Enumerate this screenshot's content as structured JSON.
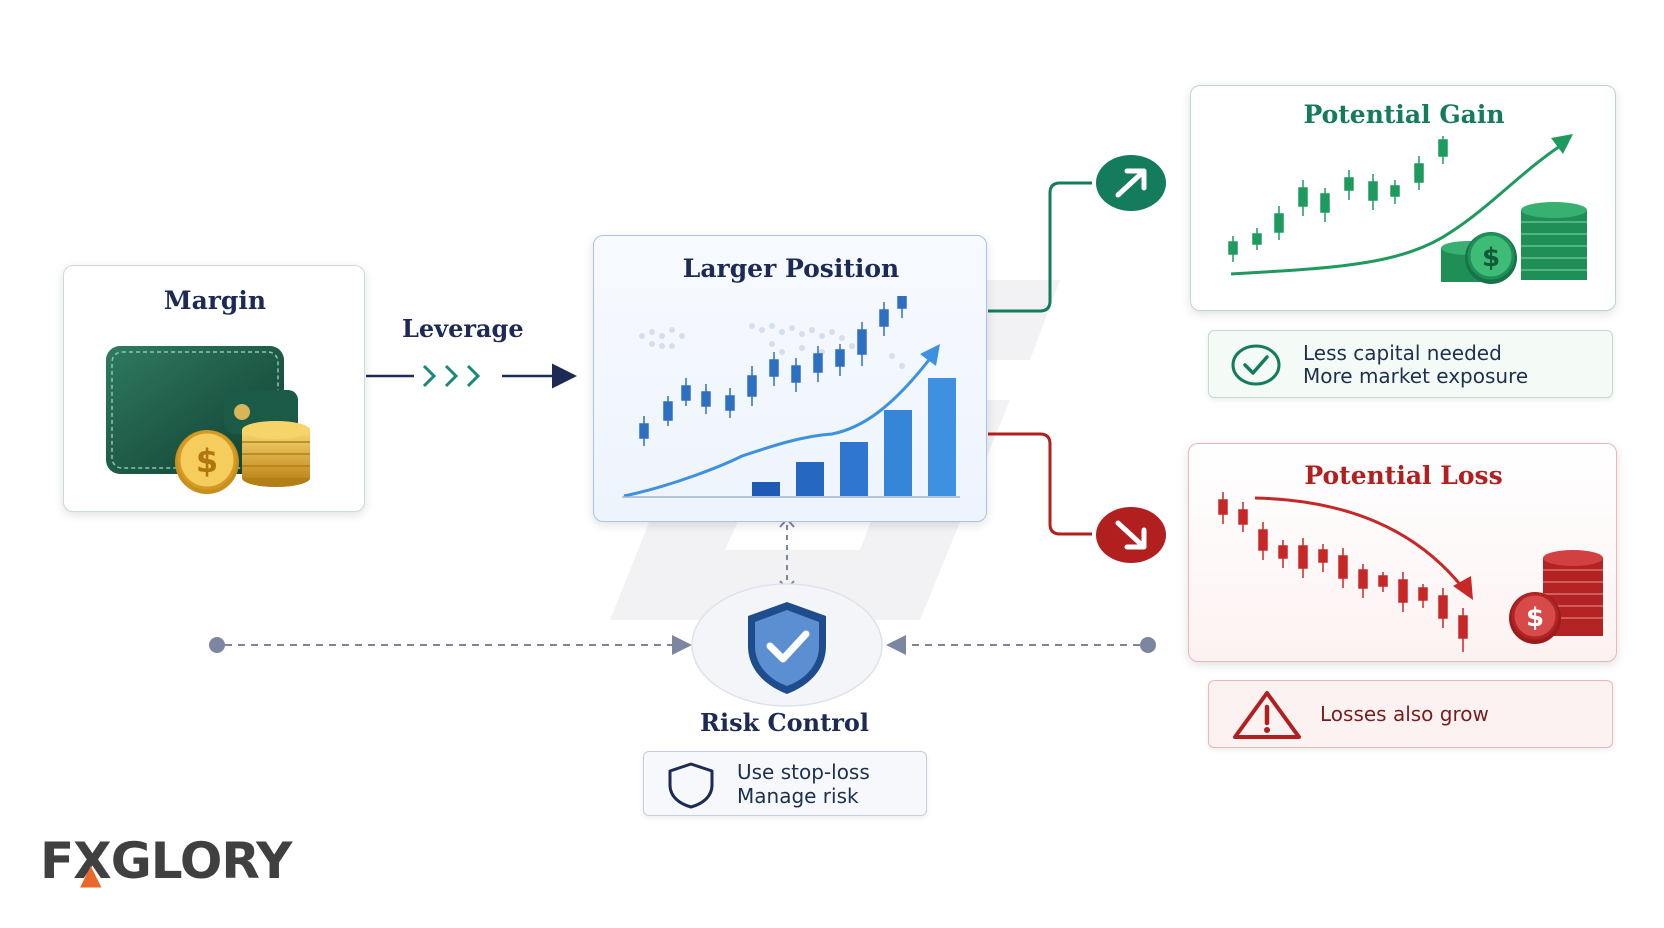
{
  "margin": {
    "title": "Margin",
    "icon": "wallet-coins-icon"
  },
  "leverage": {
    "label": "Leverage"
  },
  "position": {
    "title": "Larger Position",
    "icon": "candlestick-bar-chart-icon"
  },
  "gain": {
    "title": "Potential Gain",
    "note_line1": "Less capital needed",
    "note_line2": "More market exposure",
    "arrow_icon": "arrow-up-right-icon",
    "note_icon": "check-circle-icon",
    "color": "#147b5d"
  },
  "loss": {
    "title": "Potential Loss",
    "note": "Losses also grow",
    "arrow_icon": "arrow-down-right-icon",
    "note_icon": "warning-triangle-icon",
    "color": "#b21f1f"
  },
  "risk": {
    "title": "Risk Control",
    "note_line1": "Use stop-loss",
    "note_line2": "Manage risk",
    "icon": "shield-check-icon"
  },
  "brand": {
    "logo_part1": "FX",
    "logo_part2": "GLORY",
    "accent_color": "#e8692a"
  }
}
